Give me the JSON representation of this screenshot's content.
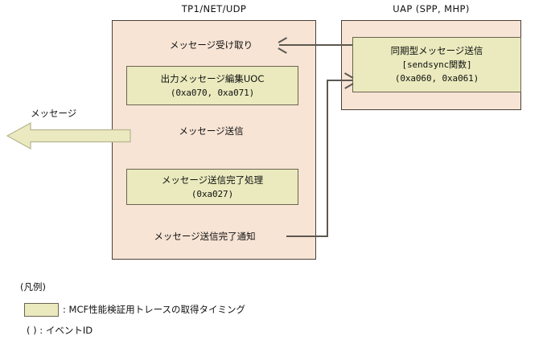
{
  "diagram": {
    "columns": {
      "left": {
        "title": "TP1/NET/UDP"
      },
      "right": {
        "title": "UAP (SPP, MHP)"
      }
    },
    "left_column": {
      "steps": [
        {
          "id": "receive",
          "label": "メッセージ受け取り"
        },
        {
          "id": "send",
          "label": "メッセージ送信"
        },
        {
          "id": "notify",
          "label": "メッセージ送信完了通知"
        }
      ],
      "trace_boxes": [
        {
          "id": "uoc",
          "line1": "出力メッセージ編集UOC",
          "line2": "(0xa070, 0xa071)"
        },
        {
          "id": "complete",
          "line1": "メッセージ送信完了処理",
          "line2": "(0xa027)"
        }
      ]
    },
    "right_column": {
      "trace_boxes": [
        {
          "id": "sendsync",
          "line1": "同期型メッセージ送信",
          "line2": "[sendsync関数]",
          "line3": "(0xa060, 0xa061)"
        }
      ]
    },
    "outgoing_arrow": {
      "label": "メッセージ"
    }
  },
  "legend": {
    "title": "(凡例)",
    "swatch_text": ": MCF性能検証用トレースの取得タイミング",
    "paren_text": "( ) : イベントID"
  },
  "colors": {
    "container_fill": "#f7e4d5",
    "container_border": "#4a4038",
    "trace_fill": "#eaeabe",
    "trace_border": "#6b6450",
    "stroke": "#5d5850",
    "big_arrow_fill": "#eae9c0",
    "big_arrow_border": "#b6b58e",
    "background": "#ffffff"
  }
}
